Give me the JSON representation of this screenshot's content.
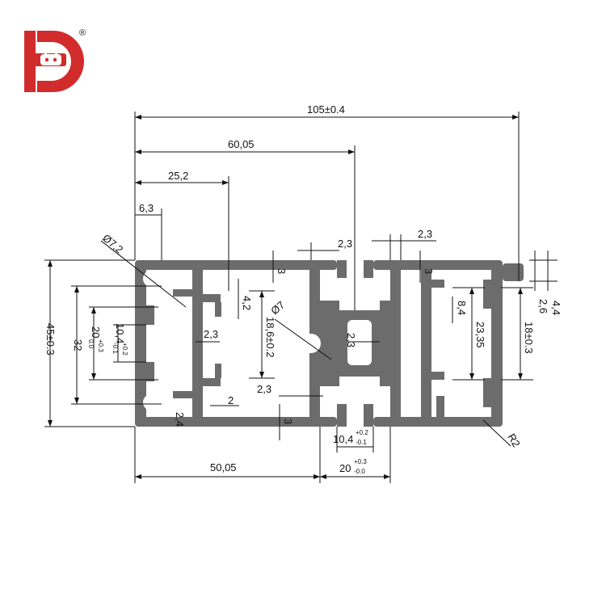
{
  "brand": {
    "registered_mark": "®",
    "accent": "#d22b2b"
  },
  "profile_fill": "#6c6c6c",
  "dimensions": {
    "overall_width": "105±0.4",
    "w_60": "60,05",
    "w_25": "25,2",
    "w_6": "6,3",
    "dia_72": "Ø7,2",
    "dia_7": "Ø7",
    "slot_23_a": "2,3",
    "slot_23_b": "2,3",
    "wall_3_a": "3",
    "wall_3_b": "3",
    "wall_3_c": "3",
    "h_42": "4,2",
    "h_186": "18,6±0.2",
    "mid_23_a": "2,3",
    "mid_23_b": "2,3",
    "mid_23_c": "2,3",
    "dim_2": "2",
    "dim_24": "2,4",
    "height_45": "45±0.3",
    "height_32": "32",
    "slot_20": "20",
    "slot_20_tol_top": "+0.3",
    "slot_20_tol_bot": "0.0",
    "slot_104": "10,4",
    "slot_104_tol_top": "+0.2",
    "slot_104_tol_bot": "-0.1",
    "r_84": "8,4",
    "r_2335": "23,35",
    "r_26": "2,6",
    "r_44": "4,4",
    "r_18": "18±0.3",
    "radius_r2": "R2",
    "bottom_50": "50,05",
    "bottom_104": "10,4",
    "bottom_104_tol_top": "+0.2",
    "bottom_104_tol_bot": "-0.1",
    "bottom_20": "20",
    "bottom_20_tol_top": "+0.3",
    "bottom_20_tol_bot": "-0.0"
  }
}
